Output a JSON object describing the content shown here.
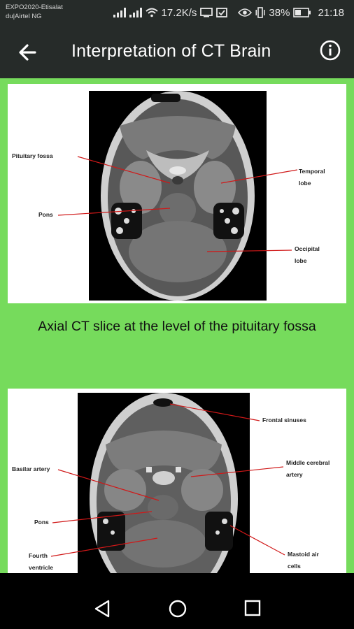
{
  "status_bar": {
    "carrier_line1": "EXPO2020-Etisalat",
    "carrier_line2": "du|Airtel NG",
    "network_speed": "17.2K/s",
    "battery_percent": "38%",
    "time": "21:18",
    "icons": [
      "signal-icon",
      "signal-icon",
      "wifi-icon",
      "screen-cast-icon",
      "checkbox-icon",
      "eye-icon",
      "vibrate-icon",
      "battery-icon"
    ]
  },
  "app_bar": {
    "title": "Interpretation of CT Brain",
    "back_icon": "arrow-left-icon",
    "info_icon": "info-icon"
  },
  "colors": {
    "app_bar_bg": "#262b29",
    "content_bg": "#76db5c",
    "card_bg": "#ffffff",
    "label_line": "#d01818"
  },
  "scan1": {
    "labels": {
      "pituitary_fossa": "Pituitary fossa",
      "pons": "Pons",
      "temporal_lobe_1": "Temporal",
      "temporal_lobe_2": "lobe",
      "occipital_lobe_1": "Occipital",
      "occipital_lobe_2": "lobe"
    },
    "caption": "Axial CT slice at the level of the pituitary fossa"
  },
  "scan2": {
    "labels": {
      "frontal_sinuses": "Frontal sinuses",
      "basilar_artery": "Basilar artery",
      "middle_cerebral_1": "Middle cerebral",
      "middle_cerebral_2": "artery",
      "pons": "Pons",
      "fourth_ventricle_1": "Fourth",
      "fourth_ventricle_2": "ventricle",
      "mastoid_1": "Mastoid air",
      "mastoid_2": "cells"
    }
  },
  "nav_bar": {
    "back": "triangle-back-icon",
    "home": "circle-home-icon",
    "recent": "square-recents-icon"
  }
}
